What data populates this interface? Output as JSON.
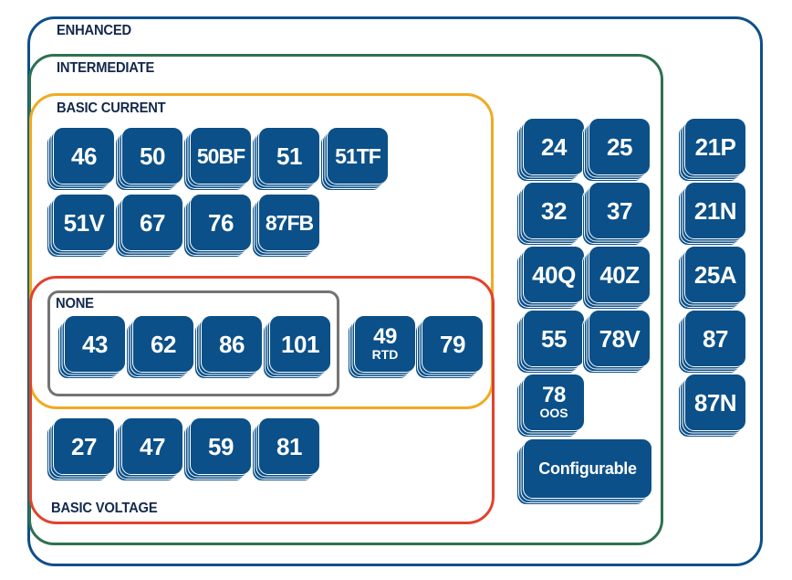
{
  "groups": {
    "enhanced": {
      "label": "ENHANCED",
      "color": "#0e4f8a"
    },
    "intermediate": {
      "label": "INTERMEDIATE",
      "color": "#2e7150"
    },
    "basic_current": {
      "label": "BASIC CURRENT",
      "color": "#f0aa22"
    },
    "basic_voltage": {
      "label": "BASIC VOLTAGE",
      "color": "#e2422e"
    },
    "none": {
      "label": "NONE",
      "color": "#737373"
    }
  },
  "tile_color": "#0b5088",
  "basic_current_only": [
    "46",
    "50",
    "50BF",
    "51",
    "51TF",
    "51V",
    "67",
    "76",
    "87FB"
  ],
  "none_group": [
    "43",
    "62",
    "86",
    "101"
  ],
  "basic_current_and_voltage": [
    {
      "main": "49",
      "sub": "RTD"
    },
    {
      "main": "79"
    }
  ],
  "basic_voltage_only": [
    "27",
    "47",
    "59",
    "81"
  ],
  "intermediate_only": [
    {
      "main": "24"
    },
    {
      "main": "25"
    },
    {
      "main": "32"
    },
    {
      "main": "37"
    },
    {
      "main": "40Q"
    },
    {
      "main": "40Z"
    },
    {
      "main": "55"
    },
    {
      "main": "78V"
    },
    {
      "main": "78",
      "sub": "OOS"
    },
    {
      "main": "Configurable"
    }
  ],
  "enhanced_only": [
    "21P",
    "21N",
    "25A",
    "87",
    "87N"
  ]
}
